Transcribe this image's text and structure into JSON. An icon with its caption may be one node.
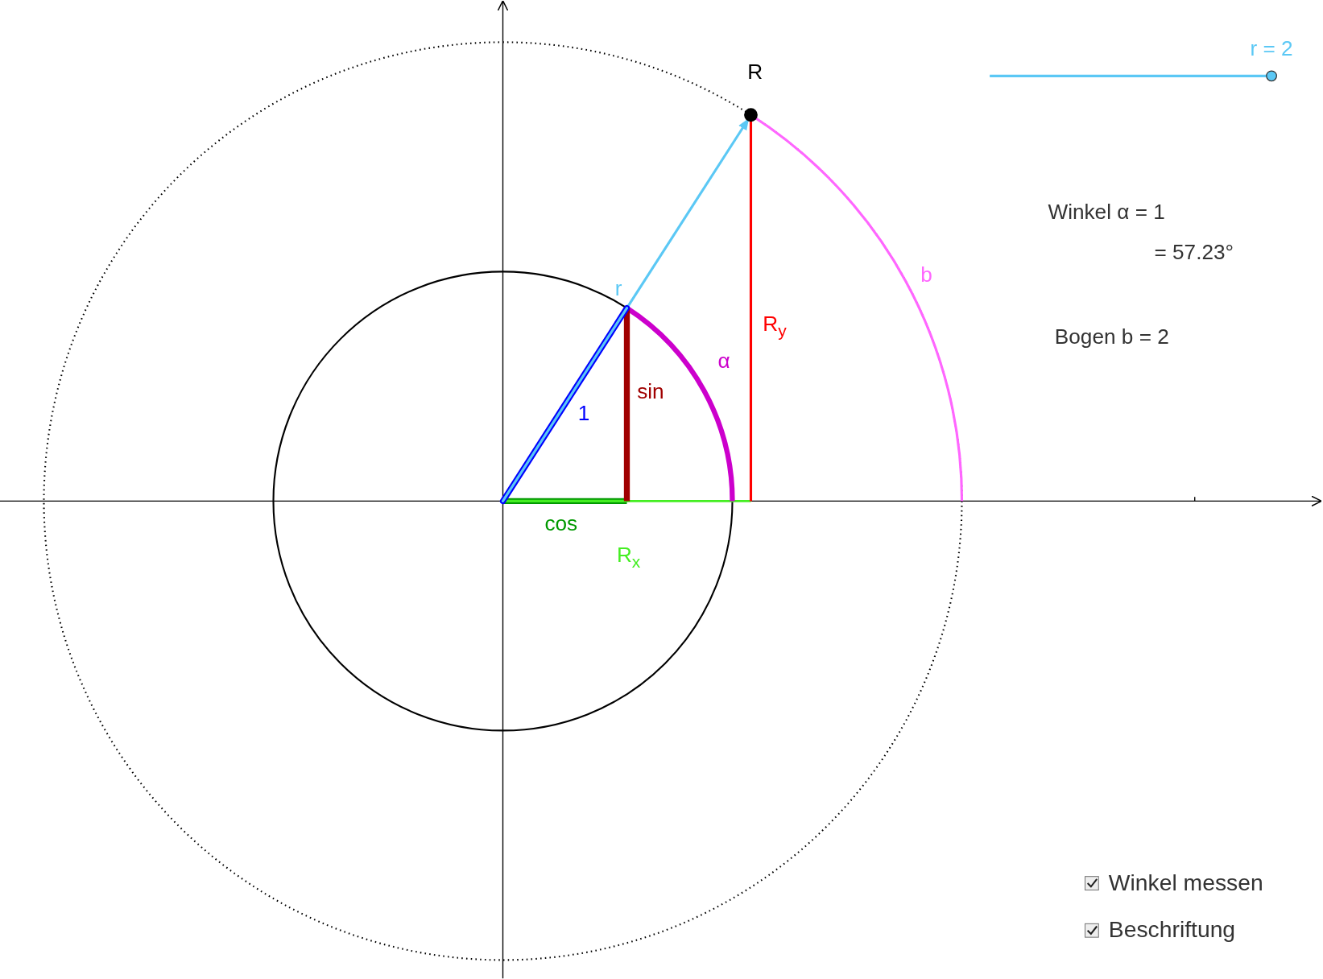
{
  "diagram": {
    "labels": [
      "R",
      "r = 2",
      "Winkel α = 1",
      "= 57.23°",
      "b",
      "Bogen b = 2",
      "r",
      "R$_{y}$",
      "α",
      "sin",
      "1",
      "cos",
      "R$_{x}$",
      "Winkel messen",
      "Beschriftung"
    ]
  }
}
